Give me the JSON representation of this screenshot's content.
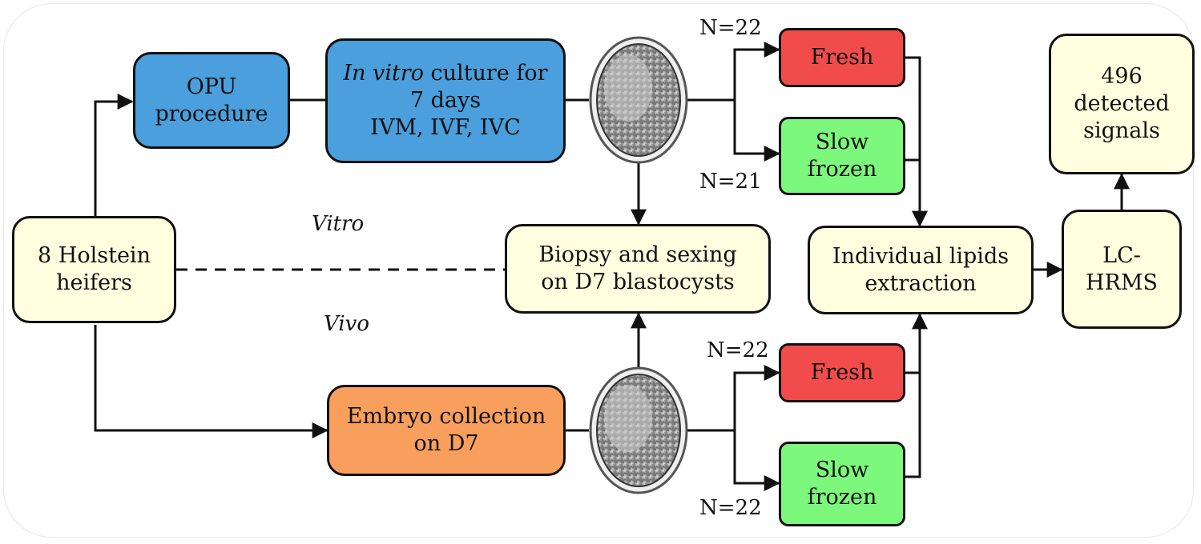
{
  "boxes": {
    "heifers": [
      "8 Holstein",
      "heifers"
    ],
    "opu": [
      "OPU",
      "procedure"
    ],
    "culture": {
      "line1_italic": "In vitro",
      "line1_rest": " culture for",
      "line2": "7 days",
      "line3": "IVM, IVF, IVC"
    },
    "biopsy": [
      "Biopsy and sexing",
      "on D7 blastocysts"
    ],
    "collection": [
      "Embryo collection",
      "on D7"
    ],
    "fresh_top": "Fresh",
    "slow_top": [
      "Slow",
      "frozen"
    ],
    "fresh_bottom": "Fresh",
    "slow_bottom": [
      "Slow",
      "frozen"
    ],
    "extraction": [
      "Individual lipids",
      "extraction"
    ],
    "lchrms": [
      "LC-",
      "HRMS"
    ],
    "signals": [
      "496",
      "detected",
      "signals"
    ]
  },
  "labels": {
    "vitro": "Vitro",
    "vivo": "Vivo",
    "n_fresh_top": "N=22",
    "n_slow_top": "N=21",
    "n_fresh_bottom": "N=22",
    "n_slow_bottom": "N=22"
  },
  "colors": {
    "cream": "#ffffe0",
    "blue": "#4a9fdc",
    "orange": "#f99f5d",
    "red": "#f24b4b",
    "green": "#7cf97c"
  }
}
